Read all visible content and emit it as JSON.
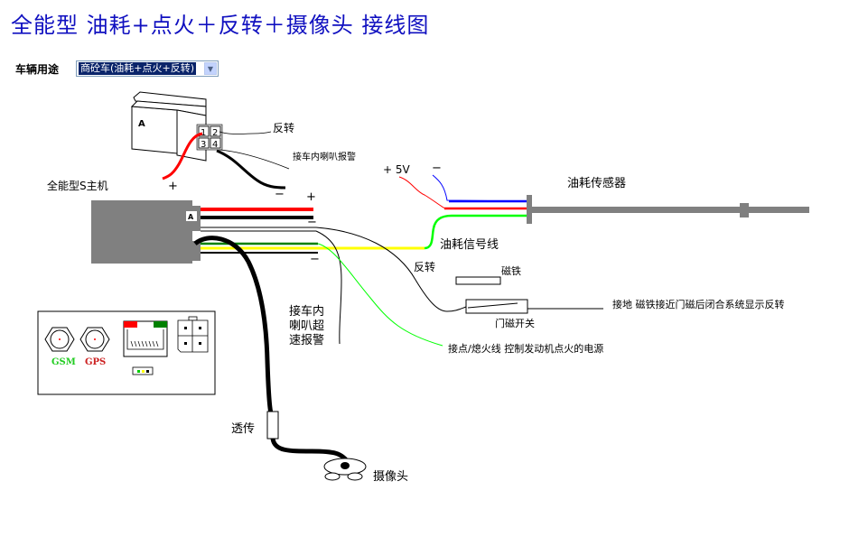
{
  "title": "全能型  油耗+点火＋反转＋摄像头  接线图",
  "vehicle_usage": {
    "label": "车辆用途",
    "selected": "商砼车(油耗+点火+反转)",
    "dropdown_icon": "chevron-down-icon"
  },
  "connector": {
    "letter": "A",
    "pins": [
      "1",
      "2",
      "3",
      "4"
    ],
    "pin2_label": "反转",
    "pin4_label": "接车内喇叭报警",
    "plus_label": "+",
    "minus_label": "−"
  },
  "host": {
    "label": "全能型S主机",
    "port_letter": "A",
    "plus_top": "+",
    "minus_mid": "−",
    "minus_bottom": "−"
  },
  "fuel_sensor": {
    "label": "油耗传感器",
    "plus_5v": "+ 5V",
    "minus": "−",
    "signal_label": "油耗信号线"
  },
  "reverse": {
    "label": "反转",
    "magnet_label": "磁铁",
    "door_switch_label": "门磁开关",
    "ground_note": "接地  磁铁接近门磁后闭合系统显示反转"
  },
  "ignition": {
    "note": "接点/熄火线  控制发动机点火的电源"
  },
  "speaker": {
    "lines": [
      "接车内",
      "喇叭超",
      "速报警"
    ]
  },
  "camera": {
    "transmit_label": "透传",
    "camera_label": "摄像头"
  },
  "panel": {
    "gsm_label": "GSM",
    "gps_label": "GPS"
  },
  "colors": {
    "title": "#1010c0",
    "red_wire": "#ff0000",
    "black_wire": "#000000",
    "green_wire": "#00ff00",
    "dark_green_wire": "#008000",
    "yellow_wire": "#ffff00",
    "blue_wire": "#0000ff",
    "device_gray": "#808080"
  }
}
